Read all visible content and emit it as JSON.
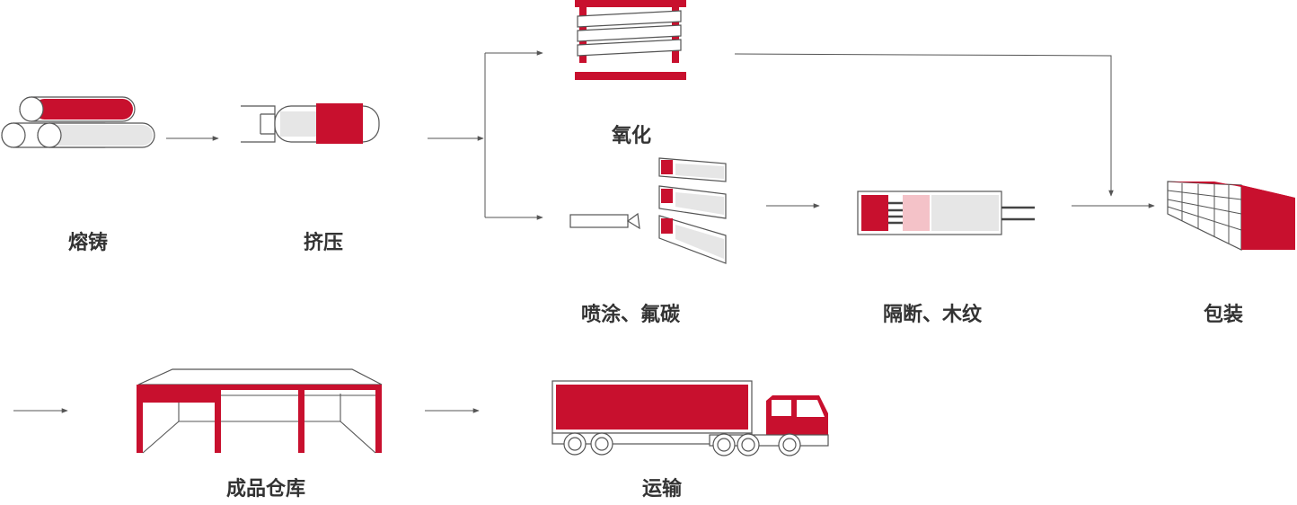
{
  "colors": {
    "accent": "#c8102e",
    "light_gray": "#e6e6e6",
    "pink": "#f4c2c8",
    "outline": "#555555",
    "text": "#333333"
  },
  "steps": {
    "casting": "熔铸",
    "extrusion": "挤压",
    "oxidation": "氧化",
    "spray": "喷涂、氟碳",
    "thermal_break": "隔断、木纹",
    "packaging": "包装",
    "warehouse": "成品仓库",
    "transport": "运输"
  },
  "icons": {
    "casting": "aluminum-billets-icon",
    "extrusion": "extrusion-press-icon",
    "oxidation": "oxidation-rack-icon",
    "spray": "spray-gun-icon",
    "thermal_break": "thermal-break-profile-icon",
    "packaging": "packaged-bundle-icon",
    "warehouse": "warehouse-icon",
    "transport": "truck-icon"
  }
}
